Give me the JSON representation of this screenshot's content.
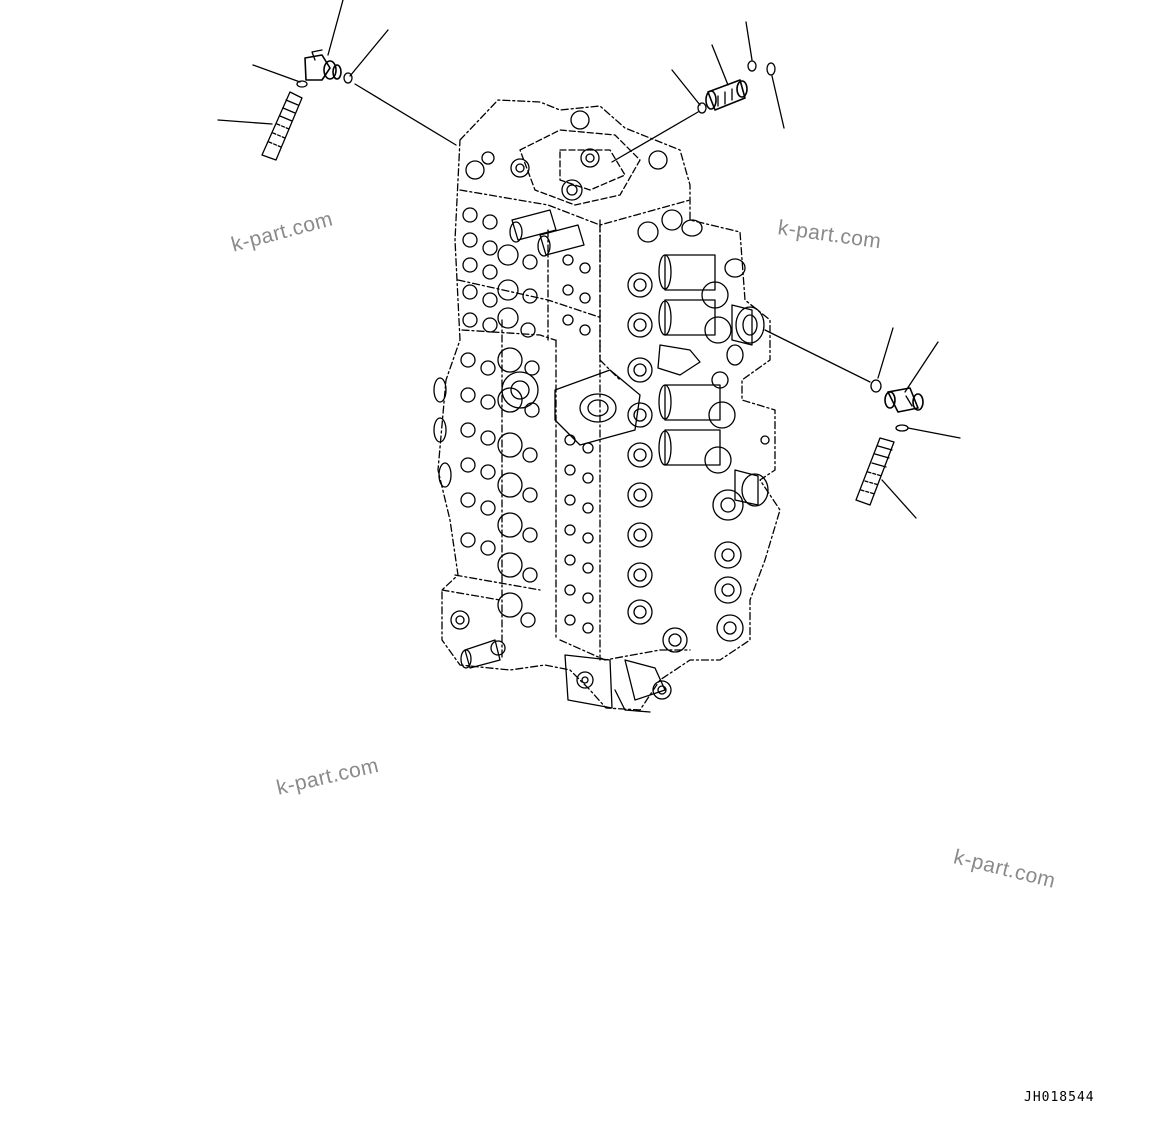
{
  "watermarks": [
    "k-part.com",
    "k-part.com",
    "k-part.com",
    "k-part.com"
  ],
  "drawing_id": "JH018544",
  "colors": {
    "background": "#ffffff",
    "line": "#000000",
    "watermark": "#8a8a8a"
  }
}
